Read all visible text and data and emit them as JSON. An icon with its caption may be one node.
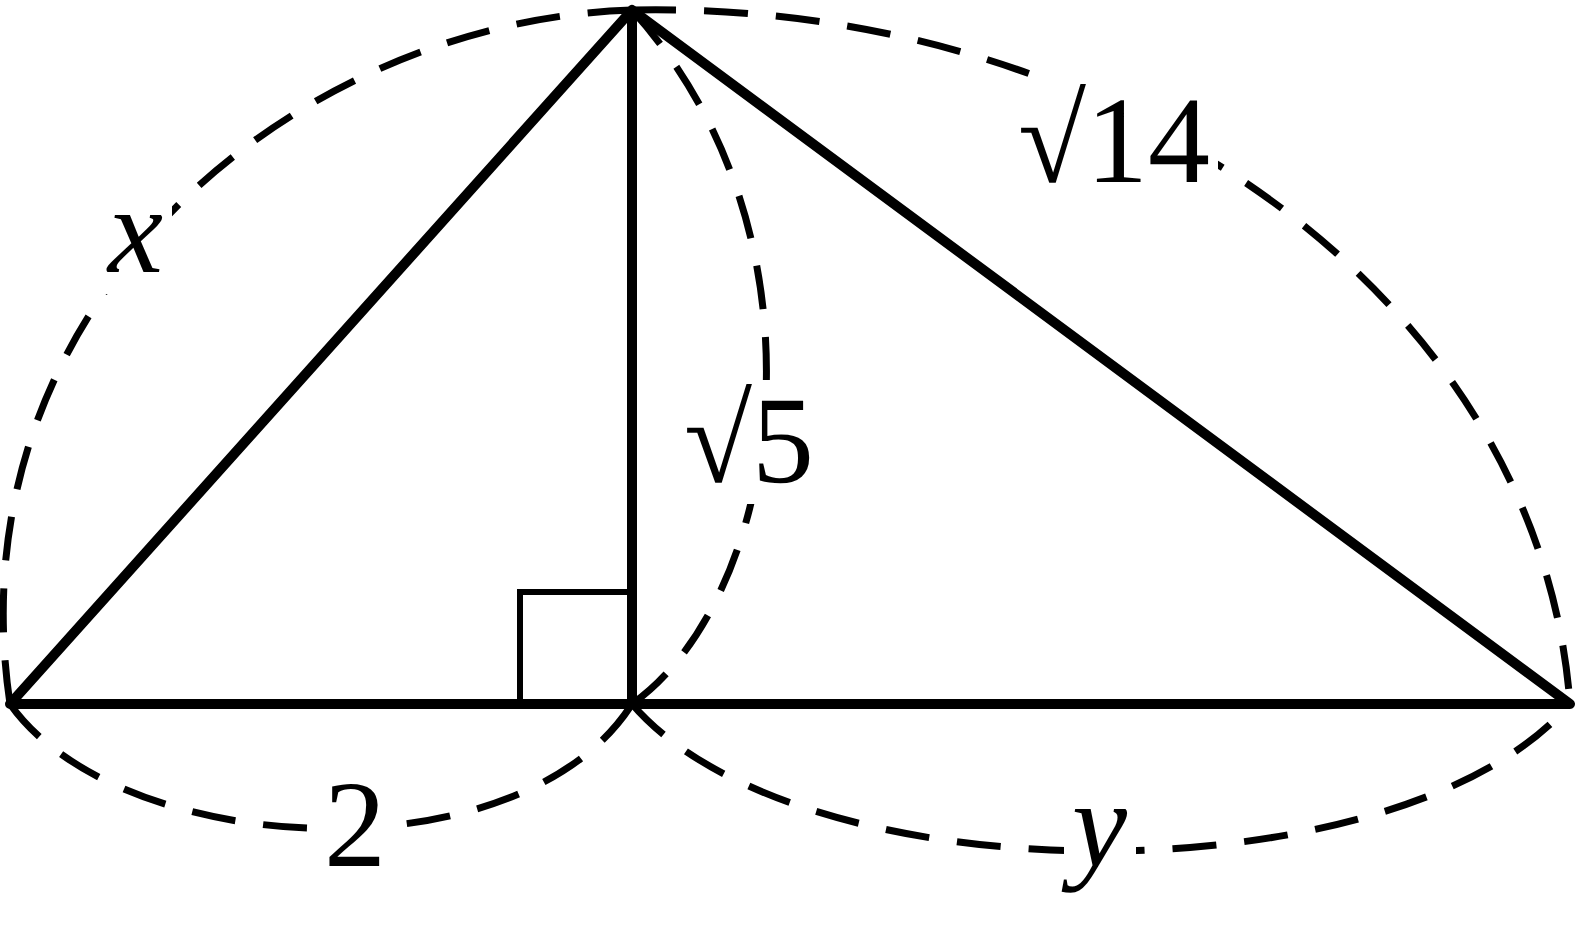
{
  "diagram": {
    "labels": [
      "x",
      "√14",
      "√5",
      "2",
      "y"
    ]
  }
}
